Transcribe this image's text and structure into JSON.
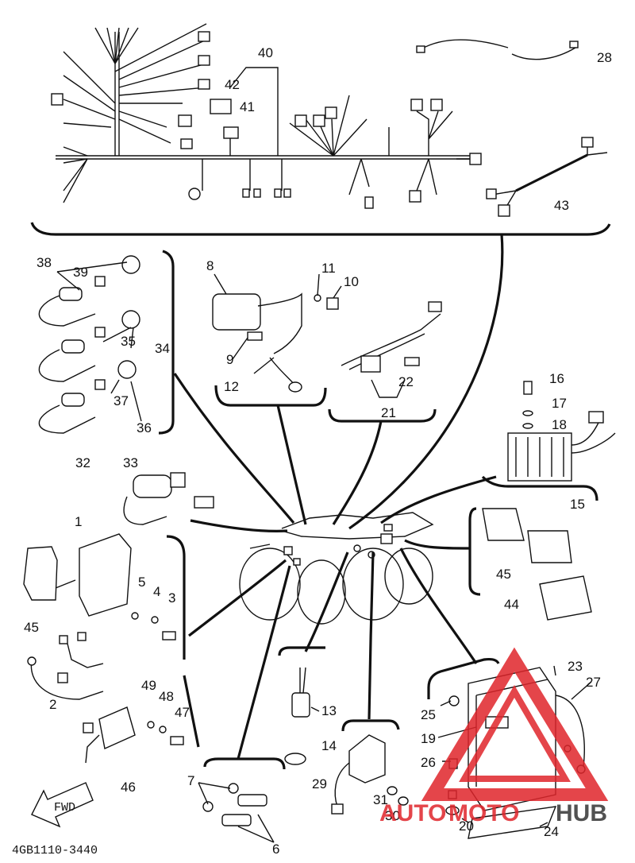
{
  "diagram": {
    "document_code": "4GB1110-3440",
    "direction_label": "FWD",
    "watermark": {
      "word1": "AUTO",
      "word2": "MOTO",
      "word3": "HUB",
      "color": "#e0252b"
    },
    "callouts": [
      {
        "id": "c1",
        "text": "1"
      },
      {
        "id": "c2",
        "text": "2"
      },
      {
        "id": "c3",
        "text": "3"
      },
      {
        "id": "c4",
        "text": "4"
      },
      {
        "id": "c5",
        "text": "5"
      },
      {
        "id": "c6",
        "text": "6"
      },
      {
        "id": "c7",
        "text": "7"
      },
      {
        "id": "c8",
        "text": "8"
      },
      {
        "id": "c9",
        "text": "9"
      },
      {
        "id": "c10",
        "text": "10"
      },
      {
        "id": "c11",
        "text": "11"
      },
      {
        "id": "c12",
        "text": "12"
      },
      {
        "id": "c13",
        "text": "13"
      },
      {
        "id": "c14",
        "text": "14"
      },
      {
        "id": "c15",
        "text": "15"
      },
      {
        "id": "c16",
        "text": "16"
      },
      {
        "id": "c17",
        "text": "17"
      },
      {
        "id": "c18",
        "text": "18"
      },
      {
        "id": "c19",
        "text": "19"
      },
      {
        "id": "c20",
        "text": "20"
      },
      {
        "id": "c21",
        "text": "21"
      },
      {
        "id": "c22",
        "text": "22"
      },
      {
        "id": "c23",
        "text": "23"
      },
      {
        "id": "c24",
        "text": "24"
      },
      {
        "id": "c25",
        "text": "25"
      },
      {
        "id": "c26",
        "text": "26"
      },
      {
        "id": "c27",
        "text": "27"
      },
      {
        "id": "c28",
        "text": "28"
      },
      {
        "id": "c29",
        "text": "29"
      },
      {
        "id": "c30",
        "text": "30"
      },
      {
        "id": "c31",
        "text": "31"
      },
      {
        "id": "c32",
        "text": "32"
      },
      {
        "id": "c33",
        "text": "33"
      },
      {
        "id": "c34",
        "text": "34"
      },
      {
        "id": "c35",
        "text": "35"
      },
      {
        "id": "c36",
        "text": "36"
      },
      {
        "id": "c37",
        "text": "37"
      },
      {
        "id": "c38",
        "text": "38"
      },
      {
        "id": "c39",
        "text": "39"
      },
      {
        "id": "c40",
        "text": "40"
      },
      {
        "id": "c41",
        "text": "41"
      },
      {
        "id": "c42",
        "text": "42"
      },
      {
        "id": "c43",
        "text": "43"
      },
      {
        "id": "c44",
        "text": "44"
      },
      {
        "id": "c45a",
        "text": "45"
      },
      {
        "id": "c45b",
        "text": "45"
      },
      {
        "id": "c46",
        "text": "46"
      },
      {
        "id": "c47",
        "text": "47"
      },
      {
        "id": "c48",
        "text": "48"
      },
      {
        "id": "c49",
        "text": "49"
      }
    ]
  }
}
